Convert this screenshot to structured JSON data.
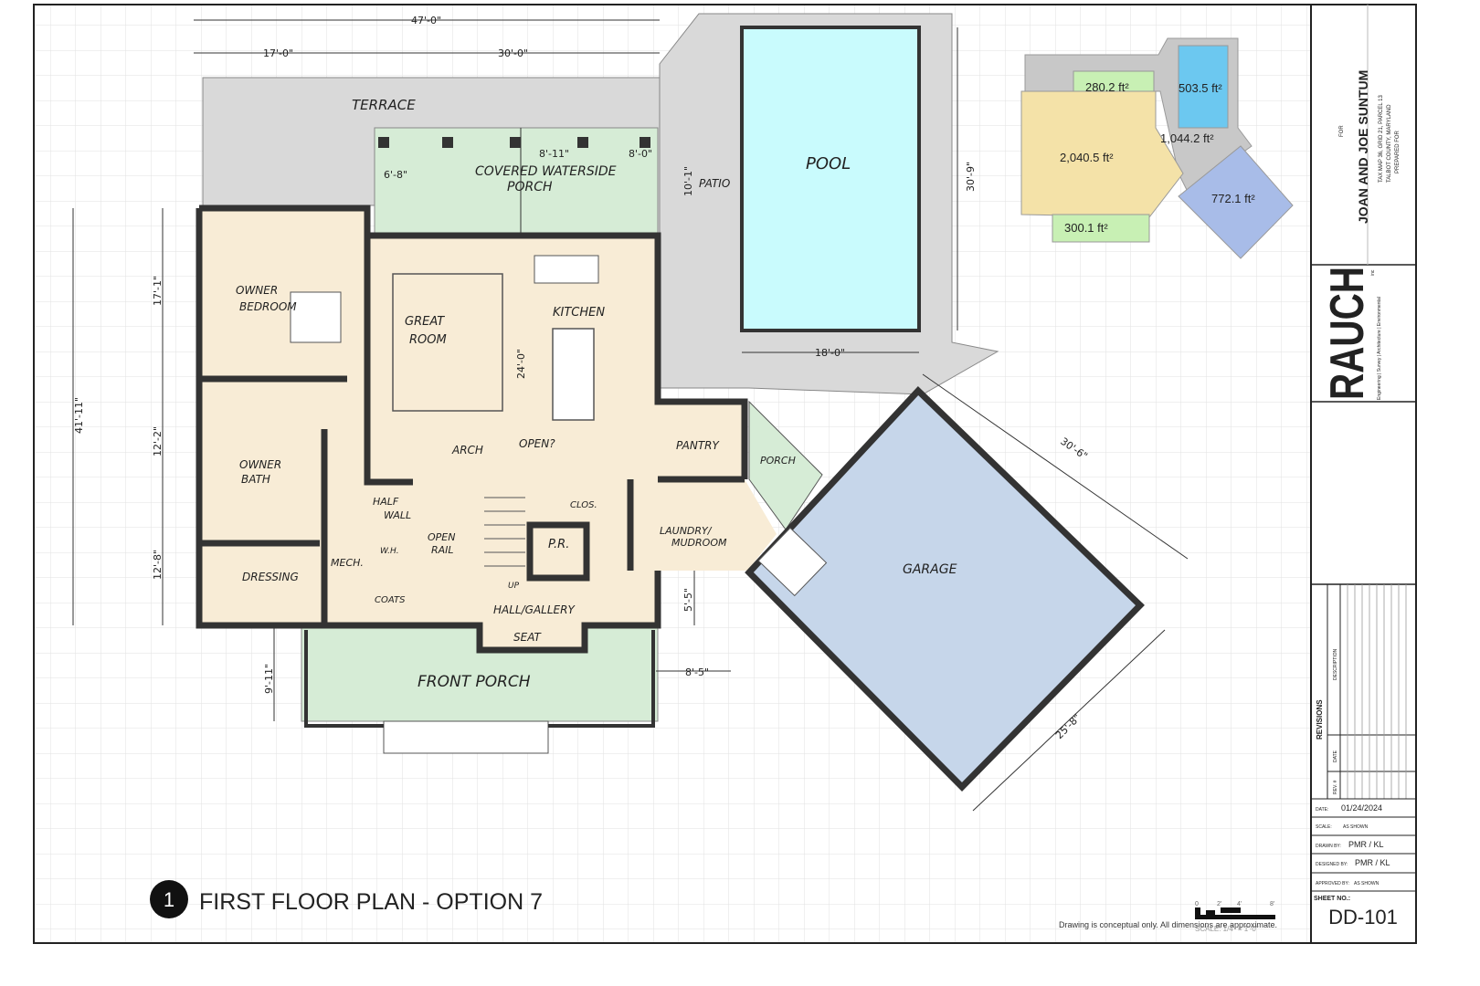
{
  "plan": {
    "title_number": "1",
    "title": "FIRST FLOOR PLAN - OPTION 7",
    "note": "Drawing is conceptual only.  All dimensions are approximate.",
    "scale_bar": {
      "ticks": [
        "0",
        "2'",
        "4'",
        "8'"
      ],
      "label": "SCALE:  1/4\" = 1'-0\""
    },
    "rooms": {
      "terrace": "TERRACE",
      "covered_porch_1": "COVERED WATERSIDE",
      "covered_porch_2": "PORCH",
      "patio": "PATIO",
      "pool": "POOL",
      "owner_bedroom_1": "OWNER",
      "owner_bedroom_2": "BEDROOM",
      "great_room_1": "GREAT",
      "great_room_2": "ROOM",
      "kitchen": "KITCHEN",
      "pantry": "PANTRY",
      "porch": "PORCH",
      "owner_bath_1": "OWNER",
      "owner_bath_2": "BATH",
      "arch": "ARCH",
      "open": "OPEN?",
      "half_wall_1": "HALF",
      "half_wall_2": "WALL",
      "open_rail_1": "OPEN",
      "open_rail_2": "RAIL",
      "closet": "CLOS.",
      "powder_room": "P.R.",
      "laundry_1": "LAUNDRY/",
      "laundry_2": "MUDROOM",
      "mech": "MECH.",
      "water_heater": "W.H.",
      "coats": "COATS",
      "dressing": "DRESSING",
      "hall": "HALL/GALLERY",
      "up": "UP",
      "seat": "SEAT",
      "front_porch": "FRONT PORCH",
      "garage": "GARAGE"
    },
    "dimensions": {
      "overall_width": "47'-0\"",
      "left_width": "17'-0\"",
      "right_width": "30'-0\"",
      "porch_a": "6'-8\"",
      "porch_b": "8'-11\"",
      "porch_c": "8'-0\"",
      "patio": "10'-1\"",
      "pool_length": "30'-9\"",
      "pool_width": "18'-0\"",
      "bedroom": "17'-1\"",
      "bath": "12'-2\"",
      "dressing": "12'-8\"",
      "overall_depth": "41'-11\"",
      "great_room": "24'-0\"",
      "mud": "5'-5\"",
      "front_porch_side": "8'-5\"",
      "front_porch_depth": "9'-11\"",
      "garage_a": "30'-6\"",
      "garage_b": "25'-8\""
    }
  },
  "area_diagram": {
    "main": "2,040.5 ft²",
    "porch_green_top": "280.2 ft²",
    "porch_green_bottom": "300.1 ft²",
    "pool": "503.5 ft²",
    "terrace": "1,044.2 ft²",
    "garage": "772.1 ft²"
  },
  "title_block": {
    "prepared_for": "PREPARED FOR",
    "client": "JOAN AND JOE SUNTUM",
    "for": "FOR",
    "tax_map": "TAX MAP 36, GRID 21, PARCEL 13",
    "county": "TALBOT COUNTY, MARYLAND",
    "firm": "RAUCH",
    "firm_suffix": "inc",
    "firm_tagline": "Engineering | Survey | Architecture | Environmental",
    "revisions_label": "REVISIONS",
    "description_label": "DESCRIPTION",
    "date_col_label": "DATE",
    "rev_col_label": "REV. #",
    "date_label": "DATE:",
    "date": "01/24/2024",
    "scale_label": "SCALE:",
    "scale": "AS SHOWN",
    "drawn_by_label": "DRAWN BY:",
    "drawn_by": "PMR / KL",
    "designed_by_label": "DESIGNED BY:",
    "designed_by": "PMR / KL",
    "approved_by_label": "APPROVED BY:",
    "approved_by": "AS SHOWN",
    "sheet_no_label": "SHEET NO.:",
    "sheet_no": "DD-101"
  },
  "colors": {
    "interior": "#f8ecd6",
    "porch": "#d6ecd6",
    "pool": "#c9fbfd",
    "garage": "#c6d6ea",
    "terrace": "#d9d9d9",
    "area_main": "#f4e2a8",
    "area_porch": "#c8f0b4",
    "area_pool": "#6cc8f0",
    "area_garage": "#a8bce8"
  }
}
